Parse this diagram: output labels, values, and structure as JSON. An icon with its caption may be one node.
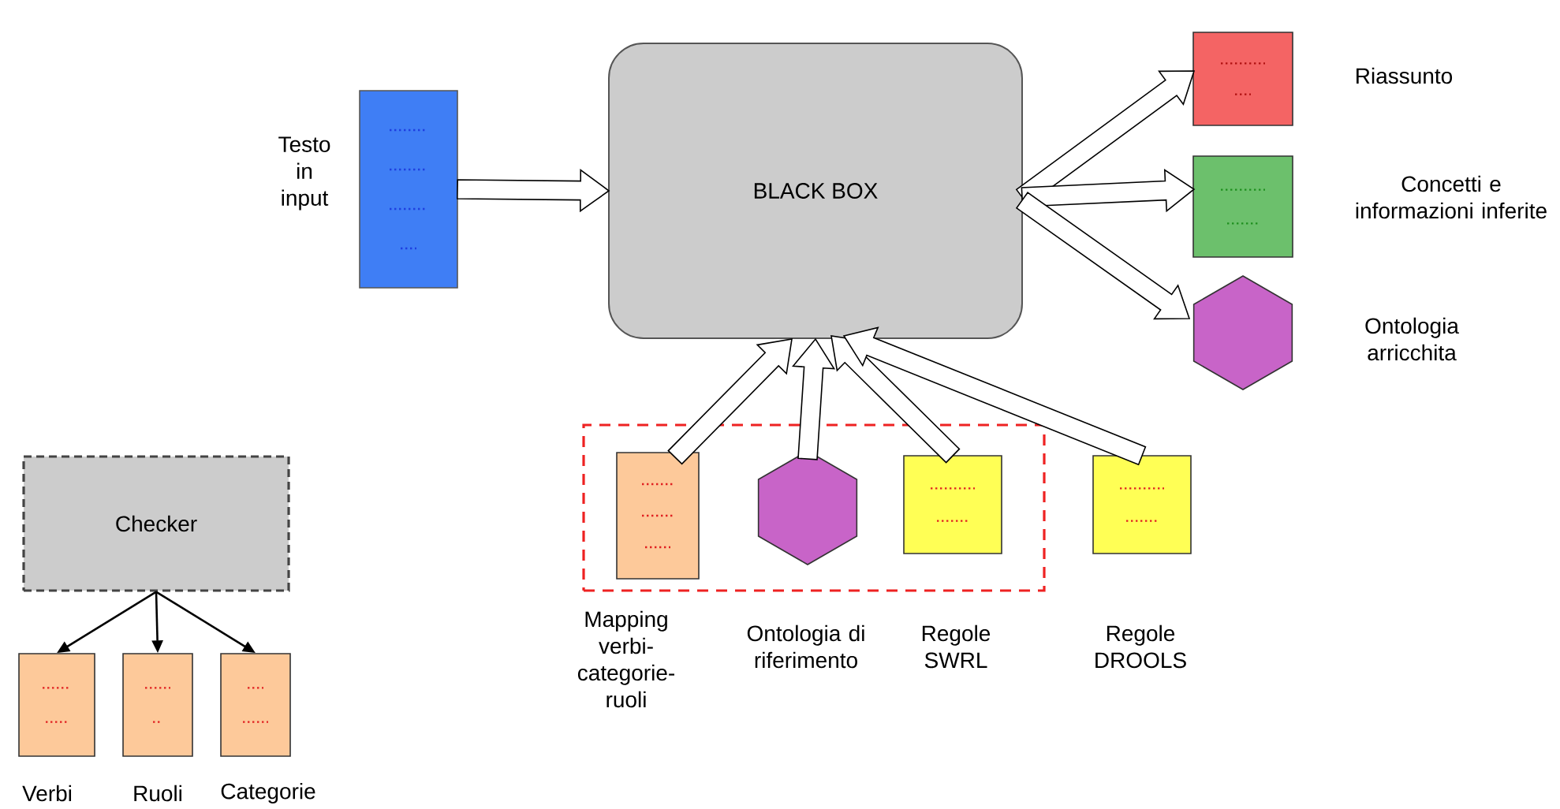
{
  "diagram": {
    "nodes": [
      {
        "text": [],
        "shape": "box",
        "beside": [
          "Testo in input"
        ]
      },
      {
        "text": [
          "BLACK BOX"
        ]
      },
      {
        "text": [],
        "shape": "box",
        "beside": [
          "Riassunto"
        ]
      },
      {
        "text": [],
        "shape": "box",
        "beside": [
          "Concetti e informazioni inferite"
        ]
      },
      {
        "text": [],
        "shape": "hexagon",
        "beside": [
          "Ontologia arricchita"
        ]
      },
      {
        "text": [],
        "shape": "box"
      },
      {
        "text": [],
        "shape": "box",
        "in": 5,
        "beside": [
          "Mapping verbi-categorie-ruoli"
        ]
      },
      {
        "text": [],
        "shape": "hexagon",
        "in": 5,
        "beside": [
          "Ontologia di riferimento"
        ]
      },
      {
        "text": [],
        "shape": "box",
        "in": 5,
        "beside": [
          "Regole SWRL"
        ]
      },
      {
        "text": [],
        "shape": "box",
        "beside": [
          "Regole DROOLS"
        ]
      },
      {
        "text": [
          "Checker"
        ]
      },
      {
        "text": [],
        "shape": "box",
        "beside": [
          "Verbi"
        ]
      },
      {
        "text": [],
        "shape": "box",
        "beside": [
          "Ruoli"
        ]
      },
      {
        "text": [],
        "shape": "box",
        "beside": [
          "Categorie"
        ]
      }
    ],
    "edges": [
      {
        "from": 0,
        "to": 1,
        "arrow": "to",
        "style": "thick"
      },
      {
        "from": 1,
        "to": 2,
        "arrow": "to",
        "style": "thick"
      },
      {
        "from": 1,
        "to": 3,
        "arrow": "to",
        "style": "thick"
      },
      {
        "from": 1,
        "to": 4,
        "arrow": "to",
        "style": "thick"
      },
      {
        "from": 6,
        "to": 1,
        "arrow": "to",
        "style": "thick"
      },
      {
        "from": 7,
        "to": 1,
        "arrow": "to",
        "style": "thick"
      },
      {
        "from": 8,
        "to": 1,
        "arrow": "to",
        "style": "thick"
      },
      {
        "from": 9,
        "to": 1,
        "arrow": "to",
        "style": "thick"
      },
      {
        "from": 10,
        "to": 11,
        "arrow": "to"
      },
      {
        "from": 10,
        "to": 12,
        "arrow": "to"
      },
      {
        "from": 10,
        "to": 13,
        "arrow": "to"
      }
    ]
  }
}
